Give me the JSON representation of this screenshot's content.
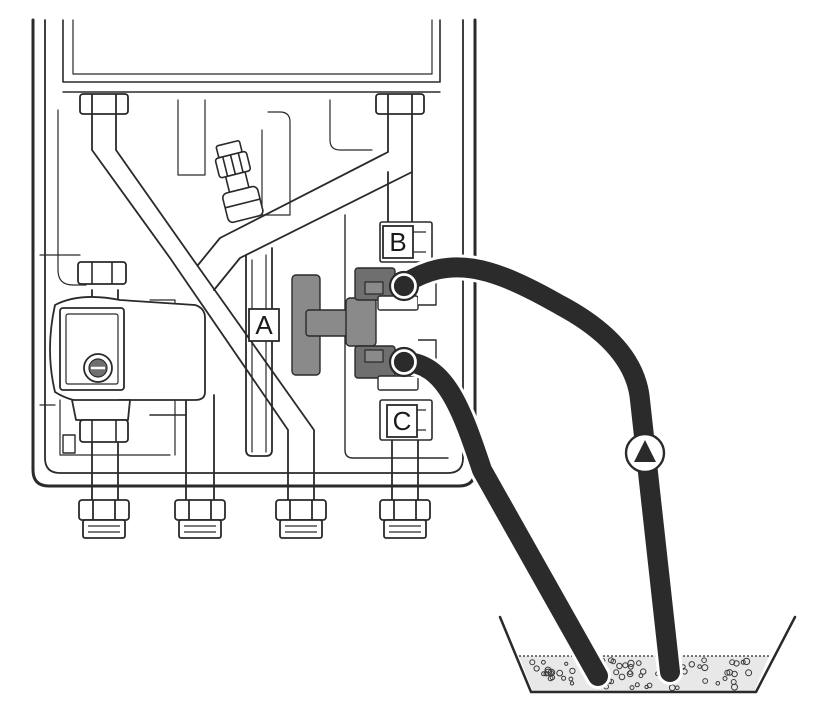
{
  "callouts": {
    "a": "A",
    "b": "B",
    "c": "C"
  },
  "colors": {
    "line": "#2a2a2a",
    "hose": "#2b2b2b",
    "valve_handle": "#8a8a8a",
    "dark_part": "#6f6f6f",
    "fluid": "#e8e8e8",
    "background": "#ffffff"
  },
  "icons": {
    "flow_direction": "up-arrow-circle-icon"
  }
}
